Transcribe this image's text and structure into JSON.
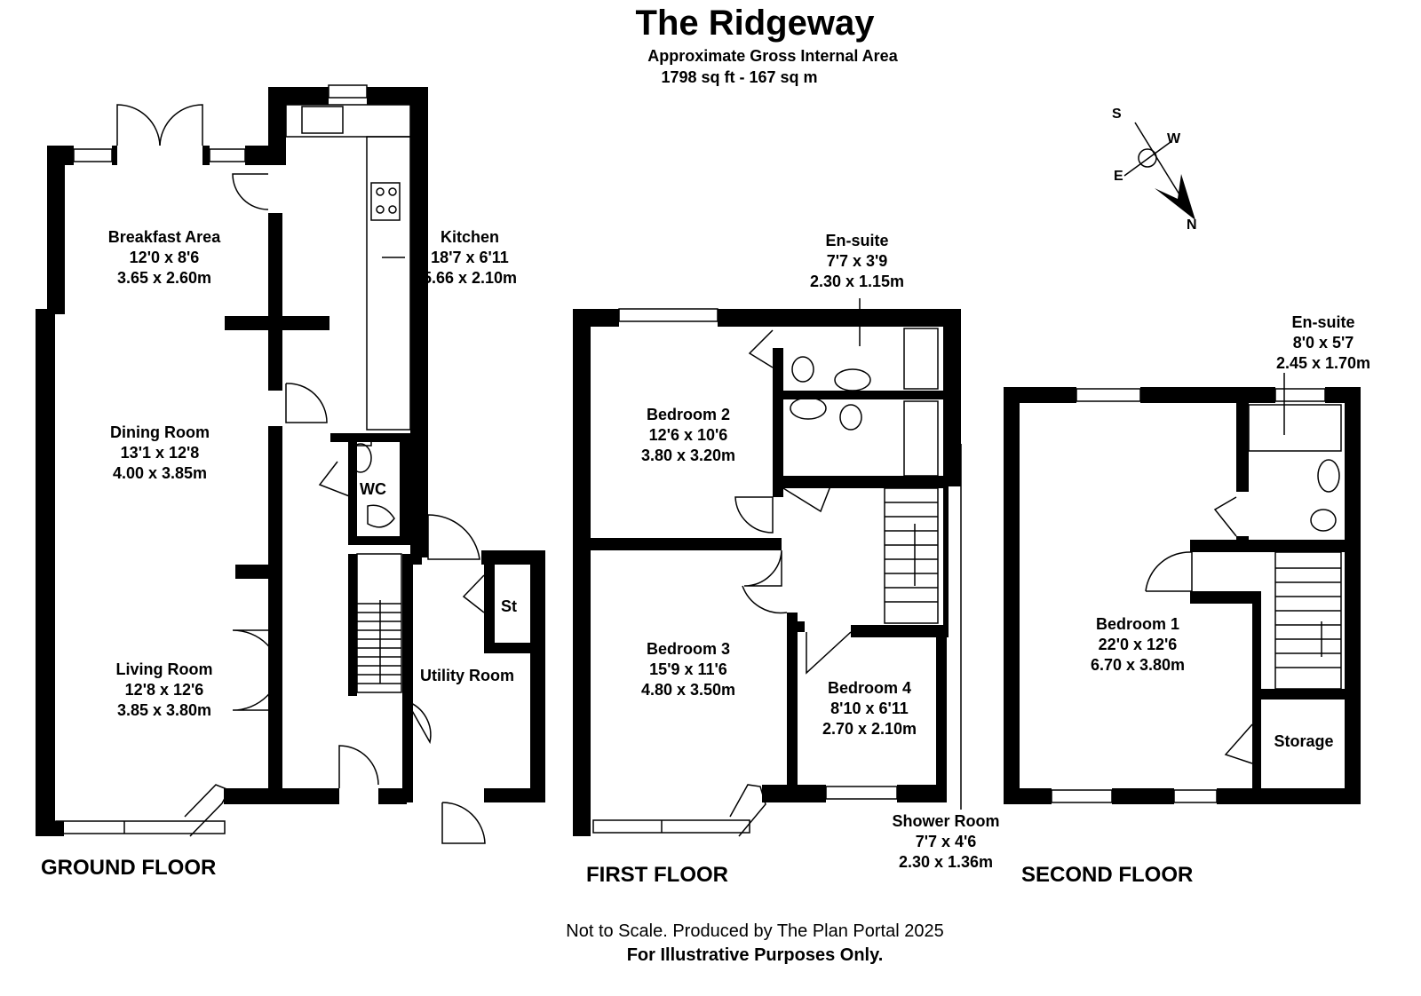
{
  "header": {
    "title": "The Ridgeway",
    "subtitle": "Approximate Gross Internal Area",
    "area": "1798 sq ft - 167 sq m"
  },
  "compass": {
    "n": "N",
    "s": "S",
    "e": "E",
    "w": "W"
  },
  "ground_floor": {
    "label": "GROUND FLOOR",
    "rooms": [
      {
        "name": "Breakfast Area",
        "imperial": "12'0 x 8'6",
        "metric": "3.65 x 2.60m"
      },
      {
        "name": "Kitchen",
        "imperial": "18'7 x 6'11",
        "metric": "5.66 x 2.10m"
      },
      {
        "name": "Dining Room",
        "imperial": "13'1 x 12'8",
        "metric": "4.00 x 3.85m"
      },
      {
        "name": "WC"
      },
      {
        "name": "St"
      },
      {
        "name": "Living Room",
        "imperial": "12'8 x 12'6",
        "metric": "3.85 x 3.80m"
      },
      {
        "name": "Utility Room"
      }
    ]
  },
  "first_floor": {
    "label": "FIRST FLOOR",
    "rooms": [
      {
        "name": "En-suite",
        "imperial": "7'7 x 3'9",
        "metric": "2.30 x 1.15m"
      },
      {
        "name": "Bedroom 2",
        "imperial": "12'6 x 10'6",
        "metric": "3.80 x 3.20m"
      },
      {
        "name": "Bedroom 3",
        "imperial": "15'9 x 11'6",
        "metric": "4.80 x 3.50m"
      },
      {
        "name": "Bedroom 4",
        "imperial": "8'10 x 6'11",
        "metric": "2.70 x 2.10m"
      },
      {
        "name": "Shower Room",
        "imperial": "7'7 x 4'6",
        "metric": "2.30 x 1.36m"
      }
    ]
  },
  "second_floor": {
    "label": "SECOND FLOOR",
    "rooms": [
      {
        "name": "En-suite",
        "imperial": "8'0 x 5'7",
        "metric": "2.45 x 1.70m"
      },
      {
        "name": "Bedroom 1",
        "imperial": "22'0 x 12'6",
        "metric": "6.70 x 3.80m"
      },
      {
        "name": "Storage"
      }
    ]
  },
  "footer": {
    "line1": "Not to Scale. Produced by The Plan Portal 2025",
    "line2": "For Illustrative Purposes Only."
  }
}
